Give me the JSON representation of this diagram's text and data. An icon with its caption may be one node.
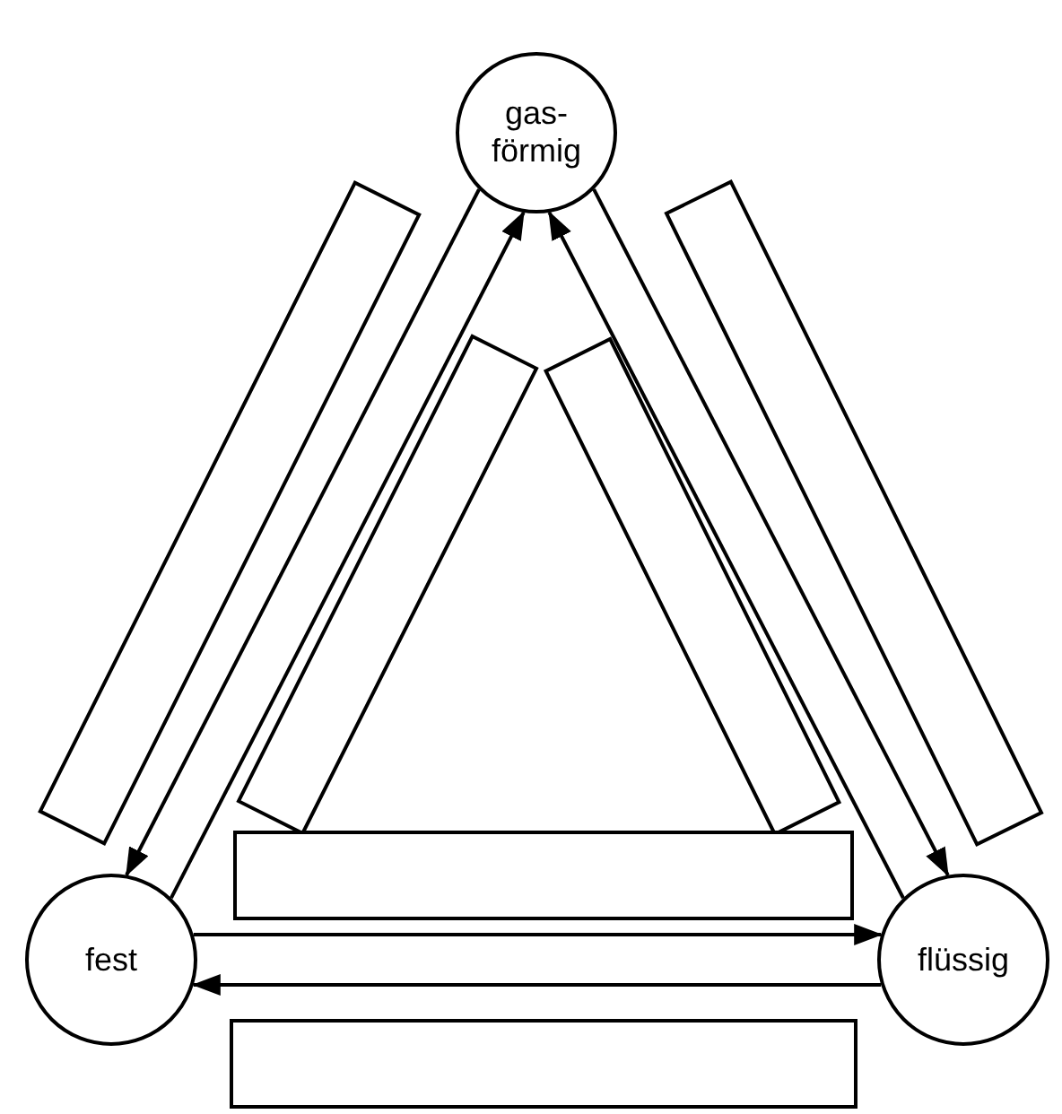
{
  "diagram": {
    "nodes": [
      {
        "text": [
          "gas- förmig"
        ]
      },
      {
        "text": [],
        "shape": "box"
      },
      {
        "text": [],
        "shape": "box"
      },
      {
        "text": [],
        "shape": "box"
      },
      {
        "text": [],
        "shape": "box"
      },
      {
        "text": [
          "fest"
        ]
      },
      {
        "text": [],
        "shape": "box"
      },
      {
        "text": [
          "flüssig"
        ]
      },
      {
        "text": [],
        "shape": "box"
      }
    ],
    "edges": [
      {
        "from": 0,
        "to": 5,
        "arrow": "to"
      },
      {
        "from": 5,
        "to": 0,
        "arrow": "to"
      },
      {
        "from": 7,
        "to": 0,
        "arrow": "to"
      },
      {
        "from": 0,
        "to": 7,
        "arrow": "to"
      },
      {
        "from": 5,
        "to": 7,
        "arrow": "to"
      },
      {
        "from": 7,
        "to": 5,
        "arrow": "to"
      }
    ]
  }
}
